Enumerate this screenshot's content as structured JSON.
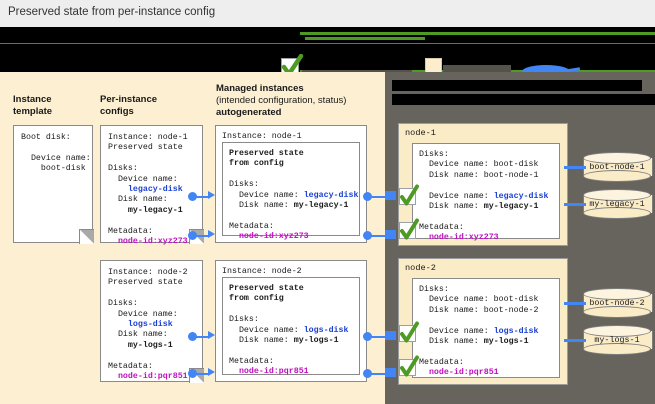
{
  "caption": {
    "text": "Preserved state from per-instance config"
  },
  "legend": {
    "check_icon": "green-check-icon",
    "swatch_icon": "cream-swatch-icon",
    "marker_icon": "blue-ellipse-marker-icon",
    "item1_label": "",
    "item2_label": "",
    "item3_label": ""
  },
  "dark_panel": {
    "heading_line1": "",
    "heading_line2": ""
  },
  "columns": {
    "instance_template": {
      "line1": "Instance",
      "line2": "template"
    },
    "per_instance_configs": {
      "line1": "Per-instance",
      "line2": "configs"
    },
    "managed_instances": {
      "line1": "Managed instances",
      "line2": "(intended configuration, status)",
      "line3": "autogenerated"
    }
  },
  "instance_template": {
    "l1": "Boot disk:",
    "l2": "",
    "l3": "  Device name:",
    "l4": "    boot-disk"
  },
  "configs": [
    {
      "title": "Instance: node-1",
      "subtitle": "Preserved state",
      "disks_label": "Disks:",
      "device_label": "  Device name:",
      "device_value": "    legacy-disk",
      "diskname_label": "  Disk name:",
      "diskname_value": "    my-legacy-1",
      "metadata_label": "Metadata:",
      "metadata_value": "  node-id:xyz273"
    },
    {
      "title": "Instance: node-2",
      "subtitle": "Preserved state",
      "disks_label": "Disks:",
      "device_label": "  Device name:",
      "device_value": "    logs-disk",
      "diskname_label": "  Disk name:",
      "diskname_value": "    my-logs-1",
      "metadata_label": "Metadata:",
      "metadata_value": "  node-id:pqr851"
    }
  ],
  "managed": [
    {
      "title": "Instance: node-1",
      "preserved1": "Preserved state",
      "preserved2": "from config",
      "disks_label": "Disks:",
      "device_label": "  Device name: ",
      "device_value": "legacy-disk",
      "diskname_label": "  Disk name: ",
      "diskname_value": "my-legacy-1",
      "metadata_label": "Metadata:",
      "metadata_value": "  node-id:xyz273"
    },
    {
      "title": "Instance: node-2",
      "preserved1": "Preserved state",
      "preserved2": "from config",
      "disks_label": "Disks:",
      "device_label": "  Device name: ",
      "device_value": "logs-disk",
      "diskname_label": "  Disk name: ",
      "diskname_value": "my-logs-1",
      "metadata_label": "Metadata:",
      "metadata_value": "  node-id:pqr851"
    }
  ],
  "nodes": [
    {
      "name": "node-1",
      "disks_label": "Disks:",
      "boot_device_label": "  Device name: boot-disk",
      "boot_disk_label": "  Disk name: boot-node-1",
      "device_label": "  Device name: ",
      "device_value": "legacy-disk",
      "diskname_label": "  Disk name: ",
      "diskname_value": "my-legacy-1",
      "metadata_label": "Metadata:",
      "metadata_value": "  node-id:xyz273",
      "disk1": "boot-node-1",
      "disk2": "my-legacy-1"
    },
    {
      "name": "node-2",
      "disks_label": "Disks:",
      "boot_device_label": "  Device name: boot-disk",
      "boot_disk_label": "  Disk name: boot-node-2",
      "device_label": "  Device name: ",
      "device_value": "logs-disk",
      "diskname_label": "  Disk name: ",
      "diskname_value": "my-logs-1",
      "metadata_label": "Metadata:",
      "metadata_value": "  node-id:pqr851",
      "disk1": "boot-node-2",
      "disk2": "my-logs-1"
    }
  ],
  "colors": {
    "light_panel": "#fcefd2",
    "dark_panel": "#67635d",
    "accent_blue": "#4285f4",
    "value_blue": "#1a3fd0",
    "value_magenta": "#c010c0",
    "check_green": "#4e9a22",
    "cylinder": "#fbecc8"
  }
}
